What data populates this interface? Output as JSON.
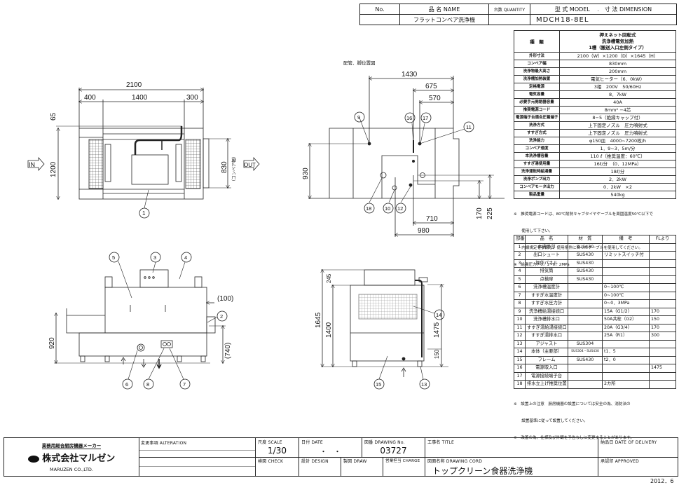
{
  "header": {
    "no_label": "No.",
    "name_label": "品 名 NAME",
    "quantity_label": "台数 QUANTITY",
    "model_label": "型 式 MODEL　 .　寸 法 DIMENSION",
    "no_value": "",
    "name_value": "フラットコンベア洗浄機",
    "quantity_value": "",
    "model_value": "MDCH18-8EL"
  },
  "spec": {
    "type_label": "種　類",
    "type_value": [
      "押えネット回転式",
      "洗浄槽電気加熱",
      "1槽（搬送入口左側タイプ）"
    ],
    "rows": [
      {
        "k": "外形寸法",
        "v": "2100（W）×1200（D）×1645（H）"
      },
      {
        "k": "コンベア幅",
        "v": "830mm"
      },
      {
        "k": "洗浄物最大高さ",
        "v": "200mm"
      },
      {
        "k": "洗浄槽加熱装置",
        "v": "電気ヒーター（6．0kW）"
      },
      {
        "k": "定格電源",
        "v": "3相　200V　50/60Hz"
      },
      {
        "k": "電気容量",
        "v": "8．7kW"
      },
      {
        "k": "必要手元開閉器容量",
        "v": "40A"
      },
      {
        "k": "推奨電源コード",
        "v": "8mm² −4芯"
      },
      {
        "k": "電源端子台適合圧着端子",
        "v": "8−5（絶縁キャップ付）"
      },
      {
        "k": "洗浄方式",
        "v": "上下固定ノズル　圧力噴射式"
      },
      {
        "k": "すすぎ方式",
        "v": "上下固定ノズル　圧力噴射式"
      },
      {
        "k": "洗浄能力",
        "v": "φ150皿　4000~7200枚/h"
      },
      {
        "k": "コンベア速度",
        "v": "1．9~3．5m/分"
      },
      {
        "k": "本洗浄槽容量",
        "v": "110 ℓ（推奨温度：60℃）"
      },
      {
        "k": "すすぎ湯使用量",
        "v": "16ℓ/分　（0．12MPa）"
      },
      {
        "k": "洗浄運転時給湯量",
        "v": "18ℓ/分"
      },
      {
        "k": "洗浄ポンプ出力",
        "v": "2．2kW"
      },
      {
        "k": "コンベアモータ出力",
        "v": "0．2kW　×2"
      },
      {
        "k": "製品重量",
        "v": "540kg"
      }
    ],
    "notes": [
      "※　推奨電源コードは、80℃耐熱キャブタイヤケーブルを周囲温度50℃以下で",
      "　　使用して下さい。",
      "　　内線規定を参照し、使用条件に合ったケーブルを使用してください。",
      "※　給湯圧力：0．1~0．2MPa"
    ]
  },
  "parts": {
    "headers": [
      "部番",
      "品　名",
      "材　質",
      "備　考",
      "FLより"
    ],
    "rows": [
      [
        "1",
        "本洗浄部",
        "SUS430",
        "",
        ""
      ],
      [
        "2",
        "出口シュート",
        "SUS430",
        "リミットスイッチ付",
        ""
      ],
      [
        "3",
        "操作パネル",
        "SUS430",
        "",
        ""
      ],
      [
        "4",
        "排気筒",
        "SUS430",
        "",
        ""
      ],
      [
        "5",
        "点検扉",
        "SUS430",
        "",
        ""
      ],
      [
        "6",
        "洗浄槽温度計",
        "",
        "0~100℃",
        ""
      ],
      [
        "7",
        "すすぎ水温度計",
        "",
        "0~100℃",
        ""
      ],
      [
        "8",
        "すすぎ水圧力計",
        "",
        "0~0．3MPa",
        ""
      ],
      [
        "9",
        "洗浄槽給湯接続口",
        "",
        "15A（G1/2）",
        "170"
      ],
      [
        "10",
        "洗浄槽排水口",
        "",
        "50A共栓（G2）",
        "150"
      ],
      [
        "11",
        "すすぎ湯給湯接続口",
        "",
        "20A（G3/4）",
        "170"
      ],
      [
        "12",
        "すすぎ湯排水口",
        "",
        "25A（R1）",
        "300"
      ],
      [
        "13",
        "アジャスト",
        "SUS304",
        "",
        ""
      ],
      [
        "14",
        "本体（主要部）",
        "SUS304・SUS430",
        "t1．5",
        ""
      ],
      [
        "15",
        "フレーム",
        "SUS430",
        "t2．0",
        ""
      ],
      [
        "16",
        "電源取入口",
        "",
        "",
        "1475"
      ],
      [
        "17",
        "電源接続端子台",
        "",
        "",
        ""
      ],
      [
        "18",
        "排水立上げ推奨位置",
        "",
        "2カ所",
        ""
      ]
    ],
    "notes": [
      "※　設置上の注意　厨房機器の設置については安全の為、消防法の",
      "　　設置基準に従って設置してください。",
      "※　改善の為、仕様及び外観を予告なしに変更することがあります。"
    ]
  },
  "drawings": {
    "top_view": {
      "dims": [
        "2100",
        "400",
        "1400",
        "300",
        "65",
        "1200",
        "830"
      ],
      "conveyor_width_label": "（コンベア幅）",
      "in_label": "IN",
      "out_label": "OUT",
      "balloons": [
        "1"
      ]
    },
    "piping_plan": {
      "caption": "配管、脚位置図",
      "dims": [
        "1430",
        "675",
        "570",
        "930",
        "710",
        "980",
        "170",
        "225"
      ],
      "balloons": [
        "9",
        "16",
        "17",
        "11",
        "18",
        "10",
        "12"
      ]
    },
    "front_view": {
      "dims": [
        "920",
        "(100)",
        "(740)"
      ],
      "balloons": [
        "5",
        "3",
        "4",
        "2",
        "6",
        "8",
        "7"
      ]
    },
    "side_view": {
      "dims": [
        "1645",
        "1400",
        "245",
        "1475",
        "150"
      ],
      "balloons": [
        "14",
        "15",
        "13"
      ]
    }
  },
  "title_block": {
    "maker_tagline": "業務用総合厨房機器メーカー",
    "company_name": "株式会社マルゼン",
    "company_en": "MARUZEN CO.,LTD.",
    "alteration_label": "変更事項 ALTERATION",
    "scale_label": "尺度 SCALE",
    "scale_value": "1/30",
    "date_label": "日付 DATE",
    "date_value": "・　・",
    "drawing_no_label": "図番 DRAWING No.",
    "drawing_no_value": "03727",
    "title_label": "工事名 TITLE",
    "delivery_label": "納品日 DATE OF DELIVERY",
    "check_label": "検図 CHECK",
    "design_label": "設計 DESIGN",
    "draw_label": "製図 DRAW",
    "charge_label": "営業担当 CHARGE",
    "drawing_name_label": "図面名称 DRAWING CORD",
    "drawing_name_value": "トップクリーン食器洗浄機",
    "approved_label": "承認印 APPROVED"
  },
  "footer_date": "2012．6"
}
